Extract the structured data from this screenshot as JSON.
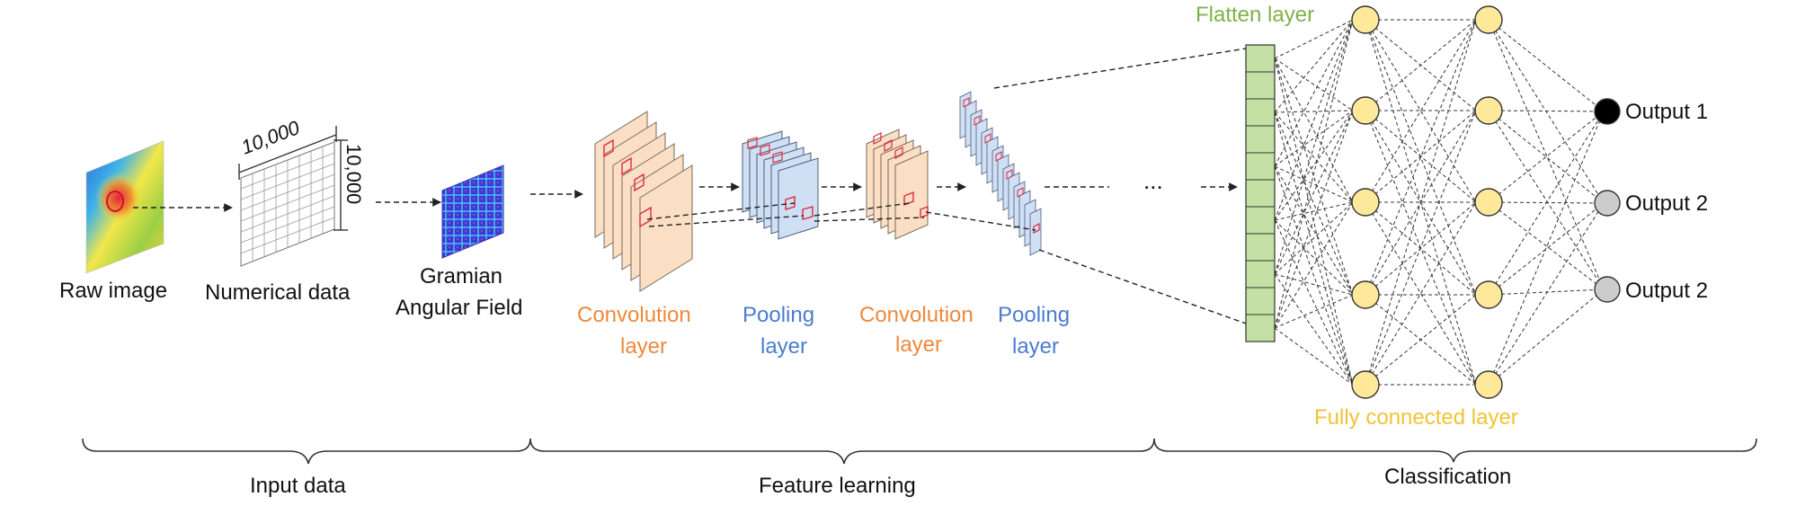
{
  "labels": {
    "raw_image": "Raw image",
    "numerical_data": "Numerical data",
    "gaf_line1": "Gramian",
    "gaf_line2": "Angular Field",
    "conv1_line1": "Convolution",
    "conv1_line2": "layer",
    "pool1_line1": "Pooling",
    "pool1_line2": "layer",
    "conv2_line1": "Convolution",
    "conv2_line2": "layer",
    "pool2_line1": "Pooling",
    "pool2_line2": "layer",
    "flatten": "Flatten layer",
    "fully_connected": "Fully connected layer",
    "output1": "Output 1",
    "output2a": "Output 2",
    "output2b": "Output 2",
    "matrix_width": "10,000",
    "matrix_height": "10,000",
    "ellipsis_mid": "...",
    "ellipsis_small": "..."
  },
  "groups": {
    "input": "Input data",
    "feature": "Feature learning",
    "classification": "Classification"
  },
  "colors": {
    "conv_text": "#F0883A",
    "pool_text": "#4A7CD0",
    "flatten_text": "#7FB24A",
    "fc_text": "#F2C235",
    "conv_fill": "#FADFC4",
    "pool_fill": "#CFE0F5",
    "flatten_fill": "#C5E0A5",
    "node_fill": "#FEE89A",
    "output_active": "#000000",
    "output_inactive": "#CCCCCC"
  }
}
